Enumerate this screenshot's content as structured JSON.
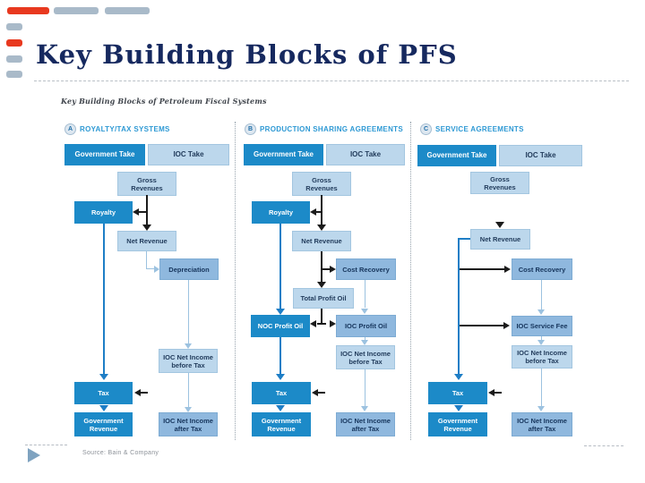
{
  "slide": {
    "title": "Key Building Blocks of PFS",
    "source": "Source: Bain & Company"
  },
  "diagram": {
    "title": "Key Building Blocks of Petroleum Fiscal Systems",
    "columns": [
      {
        "badge": "A",
        "header": "ROYALTY/TAX SYSTEMS",
        "nodes": {
          "government_take": "Government Take",
          "ioc_take": "IOC Take",
          "gross_revenues": "Gross\nRevenues",
          "royalty": "Royalty",
          "net_revenue": "Net Revenue",
          "depreciation": "Depreciation",
          "ioc_net_income_before_tax": "IOC Net Income\nbefore Tax",
          "tax": "Tax",
          "government_revenue": "Government\nRevenue",
          "ioc_net_income_after_tax": "IOC Net Income\nafter Tax"
        }
      },
      {
        "badge": "B",
        "header": "PRODUCTION SHARING AGREEMENTS",
        "nodes": {
          "government_take": "Government Take",
          "ioc_take": "IOC Take",
          "gross_revenues": "Gross\nRevenues",
          "royalty": "Royalty",
          "net_revenue": "Net Revenue",
          "cost_recovery": "Cost Recovery",
          "total_profit_oil": "Total Profit Oil",
          "noc_profit_oil": "NOC Profit Oil",
          "ioc_profit_oil": "IOC Profit Oil",
          "ioc_net_income_before_tax": "IOC Net Income\nbefore Tax",
          "tax": "Tax",
          "government_revenue": "Government\nRevenue",
          "ioc_net_income_after_tax": "IOC Net Income\nafter Tax"
        }
      },
      {
        "badge": "C",
        "header": "SERVICE AGREEMENTS",
        "nodes": {
          "government_take": "Government Take",
          "ioc_take": "IOC Take",
          "gross_revenues": "Gross\nRevenues",
          "net_revenue": "Net Revenue",
          "cost_recovery": "Cost Recovery",
          "ioc_service_fee": "IOC Service Fee",
          "ioc_net_income_before_tax": "IOC Net Income\nbefore Tax",
          "tax": "Tax",
          "government_revenue": "Government\nRevenue",
          "ioc_net_income_after_tax": "IOC Net Income\nafter Tax"
        }
      }
    ]
  },
  "colors": {
    "accent_red": "#e8391f",
    "bar_gray": "#a9bac9",
    "box_dark_blue": "#1c8ac8",
    "box_light_blue": "#bcd7ec",
    "box_mid_blue": "#8fb8de",
    "title_navy": "#16295f",
    "header_blue": "#2e99d4"
  }
}
